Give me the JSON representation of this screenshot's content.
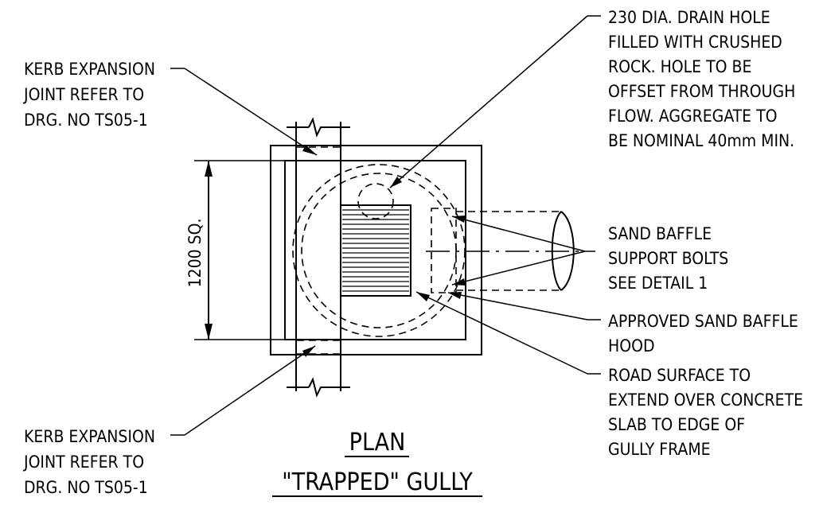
{
  "labels": {
    "kerb_top": [
      "KERB EXPANSION",
      "JOINT REFER TO",
      "DRG. NO TS05-1"
    ],
    "kerb_bottom": [
      "KERB EXPANSION",
      "JOINT REFER TO",
      "DRG. NO TS05-1"
    ],
    "drain_hole": [
      "230 DIA. DRAIN HOLE",
      "FILLED WITH CRUSHED",
      "ROCK. HOLE TO BE",
      "OFFSET FROM THROUGH",
      "FLOW. AGGREGATE TO",
      "BE NOMINAL 40mm MIN."
    ],
    "sand_baffle_bolts": [
      "SAND BAFFLE",
      "SUPPORT BOLTS",
      "SEE DETAIL 1"
    ],
    "sand_baffle_hood": [
      "APPROVED SAND BAFFLE",
      "HOOD"
    ],
    "road_surface": [
      "ROAD SURFACE TO",
      "EXTEND OVER CONCRETE",
      "SLAB TO EDGE OF",
      "GULLY FRAME"
    ]
  },
  "dimension": "1200 SQ.",
  "title": {
    "line1": "PLAN",
    "line2": "\"TRAPPED\" GULLY"
  }
}
